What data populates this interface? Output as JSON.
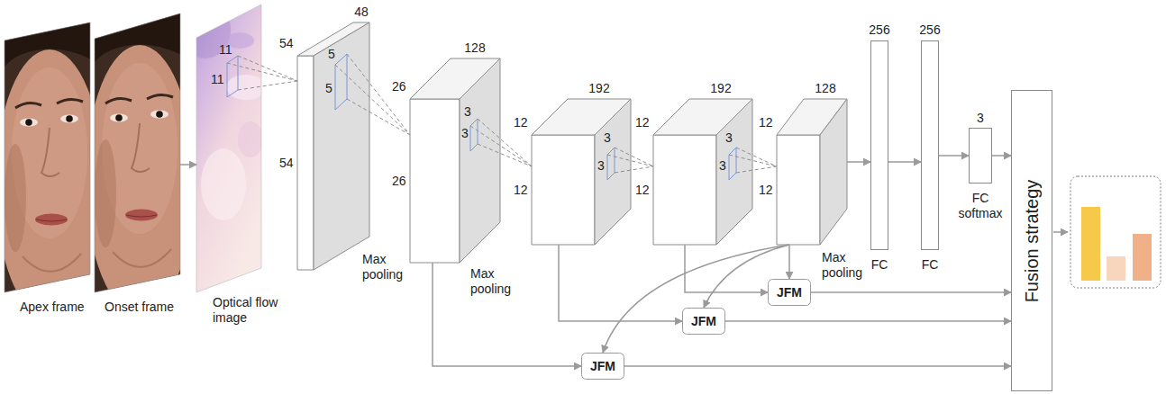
{
  "diagram": {
    "nodes": [
      {
        "text": [
          "Apex frame"
        ]
      },
      {
        "text": [
          "Onset frame"
        ]
      },
      {
        "text": [
          "11",
          "11",
          "Optical flow image"
        ]
      },
      {
        "text": [
          "54",
          "48",
          "5",
          "5",
          "54",
          "Max pooling"
        ]
      },
      {
        "text": [
          "26",
          "128",
          "3",
          "3",
          "26",
          "Max pooling"
        ]
      },
      {
        "text": [
          "12",
          "192",
          "3",
          "3",
          "12"
        ]
      },
      {
        "text": [
          "12",
          "192",
          "3",
          "3",
          "12"
        ]
      },
      {
        "text": [
          "12",
          "128",
          "12",
          "Max pooling"
        ]
      },
      {
        "text": [
          "256",
          "FC"
        ]
      },
      {
        "text": [
          "256",
          "FC"
        ]
      },
      {
        "text": [
          "3",
          "FC softmax"
        ]
      },
      {
        "text": [
          "Fusion strategy"
        ]
      },
      {
        "text": [
          "JFM"
        ]
      },
      {
        "text": [
          "JFM"
        ]
      },
      {
        "text": [
          "JFM"
        ]
      }
    ],
    "edges": [
      {
        "from": 1,
        "to": 2,
        "arrow": "to"
      },
      {
        "from": 2,
        "to": 3,
        "arrow": "none"
      },
      {
        "from": 3,
        "to": 4,
        "arrow": "none"
      },
      {
        "from": 4,
        "to": 5,
        "arrow": "none"
      },
      {
        "from": 5,
        "to": 6,
        "arrow": "none"
      },
      {
        "from": 6,
        "to": 7,
        "arrow": "none"
      },
      {
        "from": 7,
        "to": 8,
        "arrow": "to"
      },
      {
        "from": 8,
        "to": 9,
        "arrow": "to"
      },
      {
        "from": 9,
        "to": 10,
        "arrow": "to"
      },
      {
        "from": 10,
        "to": 11,
        "arrow": "to"
      },
      {
        "from": 6,
        "to": 12,
        "arrow": "to"
      },
      {
        "from": 7,
        "to": 12,
        "arrow": "to"
      },
      {
        "from": 5,
        "to": 13,
        "arrow": "to"
      },
      {
        "from": 7,
        "to": 13,
        "arrow": "to"
      },
      {
        "from": 4,
        "to": 14,
        "arrow": "to"
      },
      {
        "from": 7,
        "to": 14,
        "arrow": "to"
      },
      {
        "from": 12,
        "to": 11,
        "arrow": "to"
      },
      {
        "from": 13,
        "to": 11,
        "arrow": "to"
      },
      {
        "from": 14,
        "to": 11,
        "arrow": "to"
      }
    ]
  }
}
